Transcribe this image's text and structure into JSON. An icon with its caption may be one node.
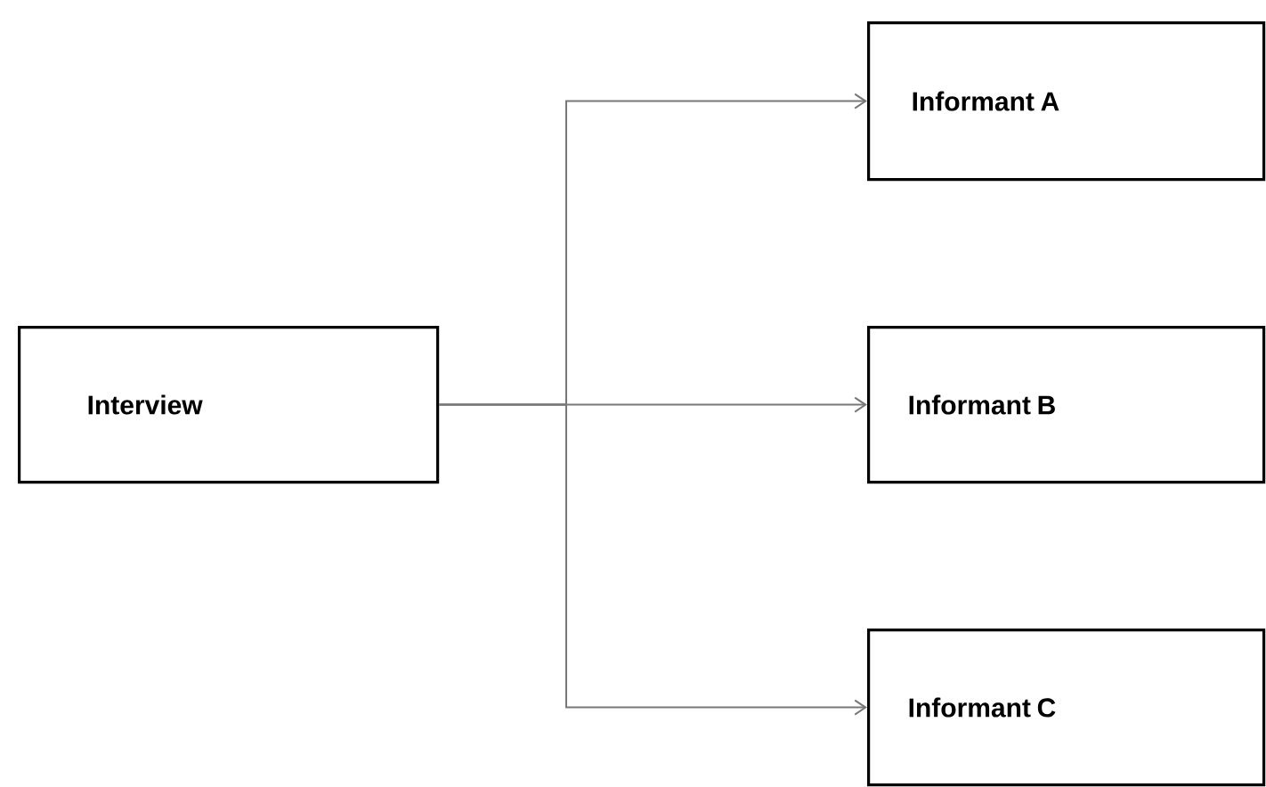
{
  "diagram": {
    "nodes": [
      {
        "text": [
          "Interview"
        ]
      },
      {
        "text": [
          "Informant A"
        ]
      },
      {
        "text": [
          "Informant B"
        ]
      },
      {
        "text": [
          "Informant C"
        ]
      }
    ],
    "edges": [
      {
        "from": 0,
        "to": 1,
        "arrow": "to"
      },
      {
        "from": 0,
        "to": 2,
        "arrow": "to"
      },
      {
        "from": 0,
        "to": 3,
        "arrow": "to"
      }
    ]
  }
}
